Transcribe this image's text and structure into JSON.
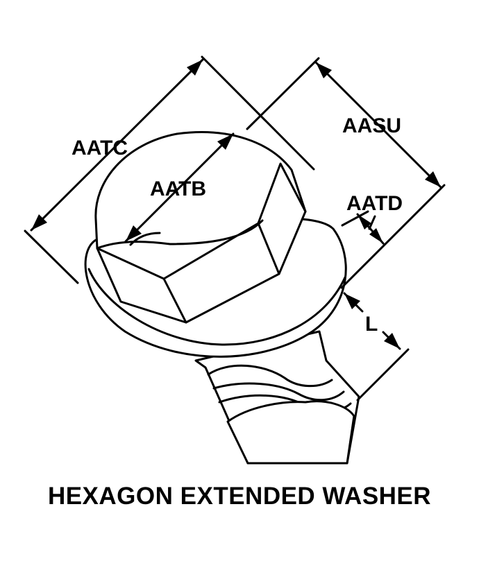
{
  "title": "HEXAGON EXTENDED WASHER",
  "labels": {
    "aatc": "AATC",
    "aatb": "AATB",
    "aasu": "AASU",
    "aatd": "AATD",
    "l": "L"
  },
  "colors": {
    "ink": "#000000",
    "paper": "#ffffff"
  }
}
